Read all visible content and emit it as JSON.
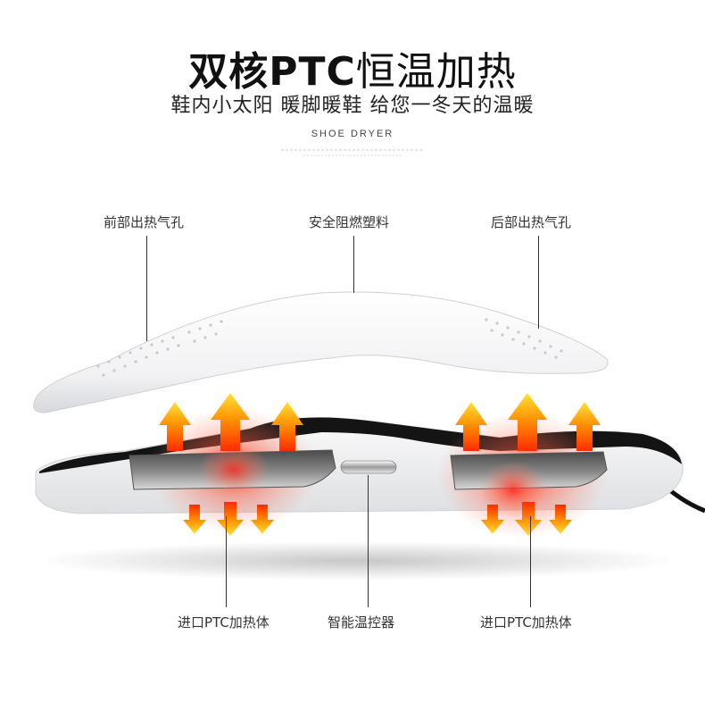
{
  "header": {
    "title_bold": "双核PTC",
    "title_light": "恒温加热",
    "subtitle": "鞋内小太阳 暖脚暖鞋 给您一冬天的温暖",
    "brand": "SHOE DRYER"
  },
  "labels": {
    "front_vent": "前部出热气孔",
    "flame_plastic": "安全阻燃塑料",
    "rear_vent": "后部出热气孔",
    "ptc_left": "进口PTC加热体",
    "thermostat": "智能温控器",
    "ptc_right": "进口PTC加热体"
  },
  "colors": {
    "arrow_top": "#ffe233",
    "arrow_bottom": "#ff2a00",
    "glow": "#ff3b30",
    "shell": "#f4f4f6"
  }
}
